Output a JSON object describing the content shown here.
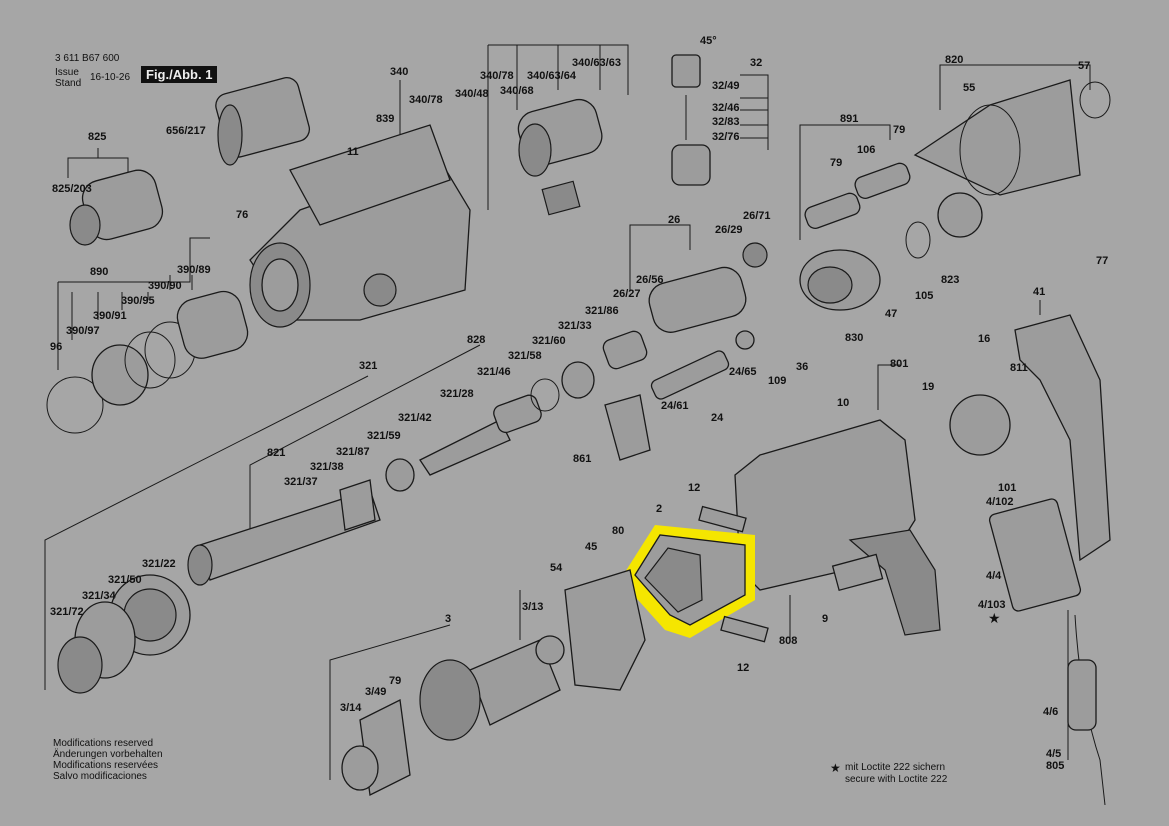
{
  "header": {
    "doc_number": "3 611 B67 600",
    "issue_label": "Issue",
    "stand_label": "Stand",
    "issue_date": "16-10-26",
    "figure_label": "Fig./Abb. 1"
  },
  "highlight": {
    "part": "2",
    "color": "#f5e600"
  },
  "part_labels": [
    "340",
    "839",
    "340/78",
    "340/48",
    "340/78",
    "340/68",
    "340/63/64",
    "340/63/63",
    "825",
    "656/217",
    "825/203",
    "11",
    "76",
    "890",
    "390/89",
    "390/90",
    "390/95",
    "390/91",
    "390/97",
    "96",
    "321",
    "828",
    "321/28",
    "321/46",
    "321/58",
    "321/60",
    "321/33",
    "321/86",
    "321/42",
    "321/59",
    "821",
    "321/38",
    "321/87",
    "321/37",
    "321/22",
    "321/50",
    "321/34",
    "321/72",
    "32",
    "32/49",
    "32/46",
    "32/83",
    "32/76",
    "45°",
    "26",
    "26/71",
    "26/29",
    "26/56",
    "26/27",
    "24/65",
    "24",
    "24/61",
    "861",
    "109",
    "36",
    "891",
    "79",
    "106",
    "79",
    "830",
    "47",
    "105",
    "823",
    "820",
    "55",
    "57",
    "77",
    "41",
    "16",
    "811",
    "801",
    "19",
    "10",
    "101",
    "4/102",
    "4/4",
    "4/103",
    "4/6",
    "4/5",
    "805",
    "12",
    "2",
    "80",
    "45",
    "54",
    "3/13",
    "3",
    "808",
    "9",
    "12",
    "79",
    "3/49",
    "3/14"
  ],
  "footer": {
    "modifications": [
      "Modifications reserved",
      "Änderungen vorbehalten",
      "Modifications reservées",
      "Salvo modificaciones"
    ],
    "loctite_star": "★",
    "loctite_de": "mit Loctite 222 sichern",
    "loctite_en": "secure with Loctite 222",
    "star_symbol": "★"
  }
}
